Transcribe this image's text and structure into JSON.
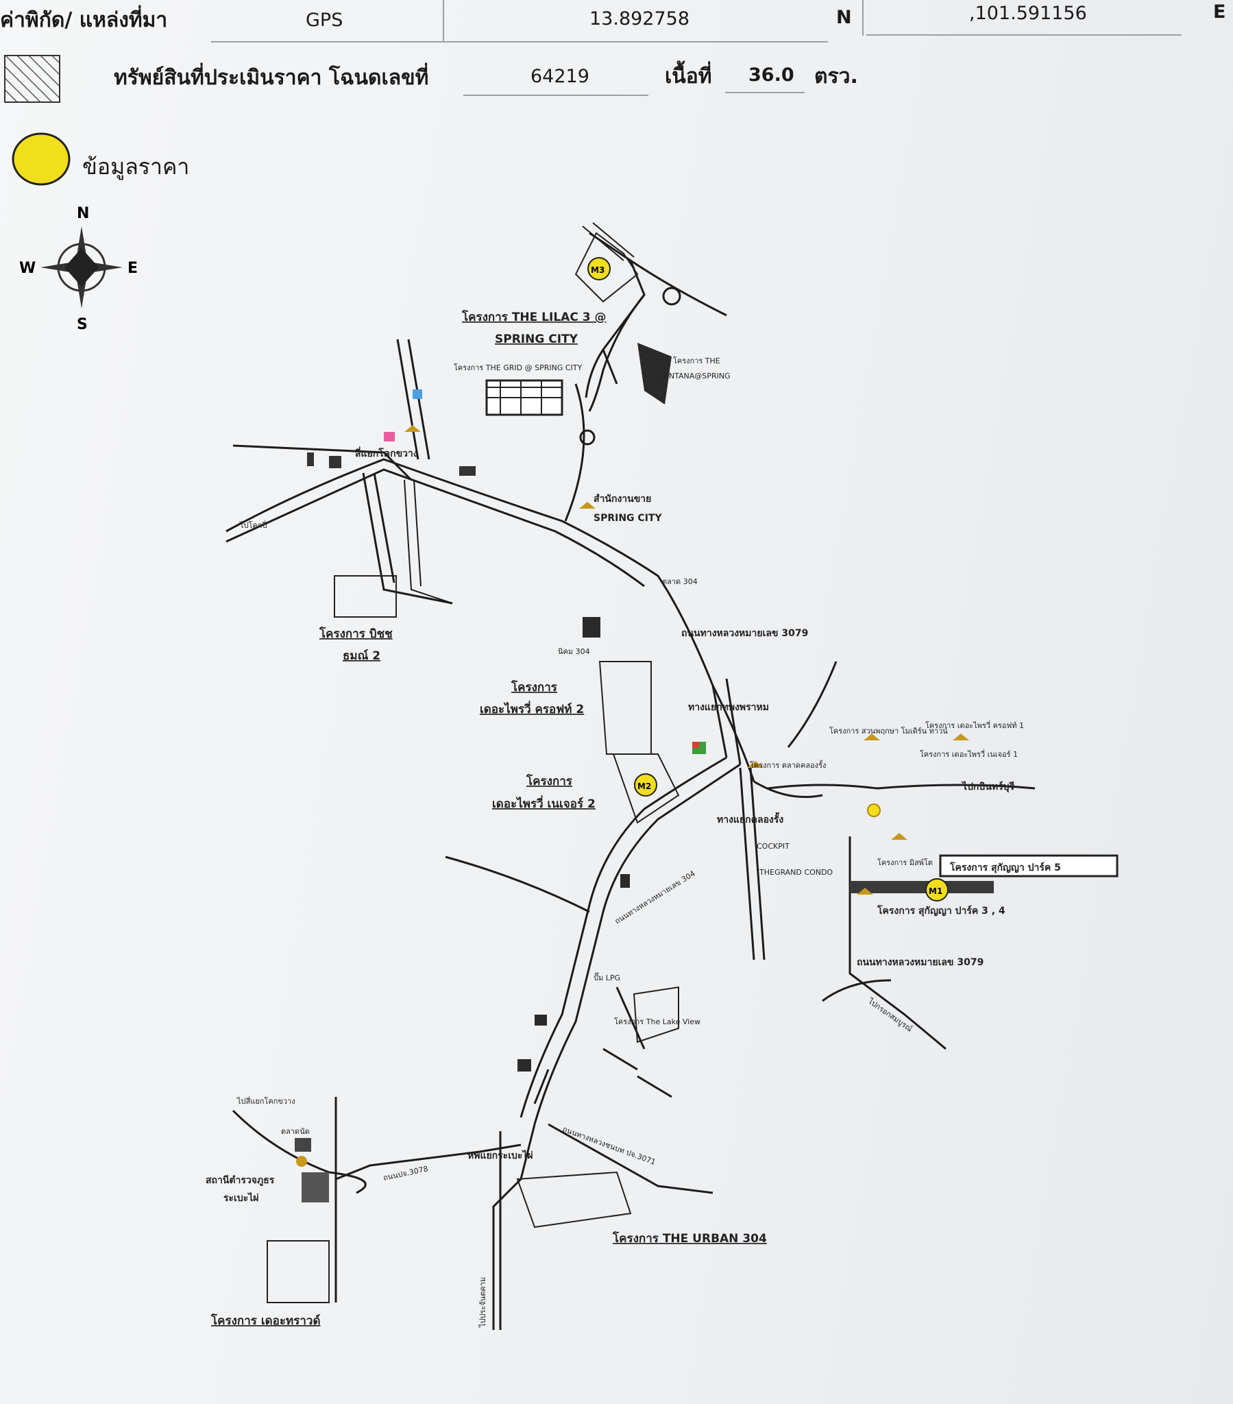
{
  "header": {
    "coord_label": "ค่าพิกัด/ แหล่งที่มา",
    "source": "GPS",
    "latitude": "13.892758",
    "lat_suffix": "N",
    "longitude": ",101.591156",
    "lon_suffix": "E"
  },
  "property": {
    "label": "ทรัพย์สินที่ประเมินราคา โฉนดเลขที่",
    "deed_number": "64219",
    "area_label": "เนื้อที่",
    "area_value": "36.0",
    "area_unit": "ตรว."
  },
  "legend": {
    "price_data_label": "ข้อมูลราคา",
    "marker_color": "#f2df1b"
  },
  "compass": {
    "n": "N",
    "s": "S",
    "e": "E",
    "w": "W"
  },
  "markers": {
    "m1": "M1",
    "m2": "M2",
    "m3": "M3"
  },
  "map_labels": {
    "lilac": "โครงการ THE LILAC 3 @",
    "spring_city": "SPRING CITY",
    "grid": "โครงการ THE GRID @ SPRING CITY",
    "lantana_1": "โครงการ THE",
    "lantana_2": "LANTANA@SPRING",
    "sales_office": "สำนักงานขาย",
    "spring_city_2": "SPRING CITY",
    "four_way": "สี่แยกโคกขวาง",
    "to_kokpi": "ไปโคกปี่",
    "market_304": "ตลาด 304",
    "road_3079": "ถนนทางหลวงหมายเลข 3079",
    "nicom_304": "นิคม 304",
    "bichaya_1": "โครงการ บิชช",
    "bichaya_2": "ธมณ์ 2",
    "cherry_cross_1": "โครงการ",
    "cherry_cross_2": "เดอะไพรวี่ ครอฟท์ 2",
    "cherry_nature_1": "โครงการ",
    "cherry_nature_2": "เดอะไพรวี่ เนเจอร์ 2",
    "junction_pra": "ทางแยกทพงพราหม",
    "junction_khlong": "ทางแยกคลองรั้ง",
    "to_prachin": "ไปกบินทร์บุรี",
    "cockpit": "COCKPIT",
    "grand_condo": "THEGRAND CONDO",
    "sukanya_5": "โครงการ สุกัญญา ปาร์ค 5",
    "sukanya_34": "โครงการ สุกัญญา ปาร์ค 3 , 4",
    "road_3079_2": "ถนนทางหลวงหมายเลข 3079",
    "lake_view": "โครงการ The Lake View",
    "lpg": "ปั๊ม LPG",
    "sri_mahosot": "หพแยกระเบะไผ่",
    "to_sriracha": "ไปสี่แยกโคกขวาง",
    "market_tanat": "ตลาดนัด",
    "police": "สถานีตำรวจภูธร",
    "police_2": "ระเบะไผ่",
    "urban_304": "โครงการ THE URBAN 304",
    "the_grand": "โครงการ เดอะทราวด์",
    "to_prachantakham": "ไปประจันตคาม",
    "to_lamsalong": "ไปกรอกสมบูรณ์",
    "road_304": "ถนนทางหลวงหมายเลข 304",
    "road_3078": "ถนนปจ.3078",
    "road_3071": "ถนนทางหลวงชนบท ปจ.3071",
    "sukanya_ms": "โครงการ มิสพ์โต",
    "lemongrass": "โครงการ สวนพฤกษา โมเดิร์น ทาวน์",
    "cherry_cross_1b": "โครงการ เดอะไพรวี่ ครอฟท์ 1",
    "cherry_nature_1b": "โครงการ เดอะไพรวี่ เนเจอร์ 1",
    "flea": "โครงการ ตลาดคลองรั้ง"
  }
}
